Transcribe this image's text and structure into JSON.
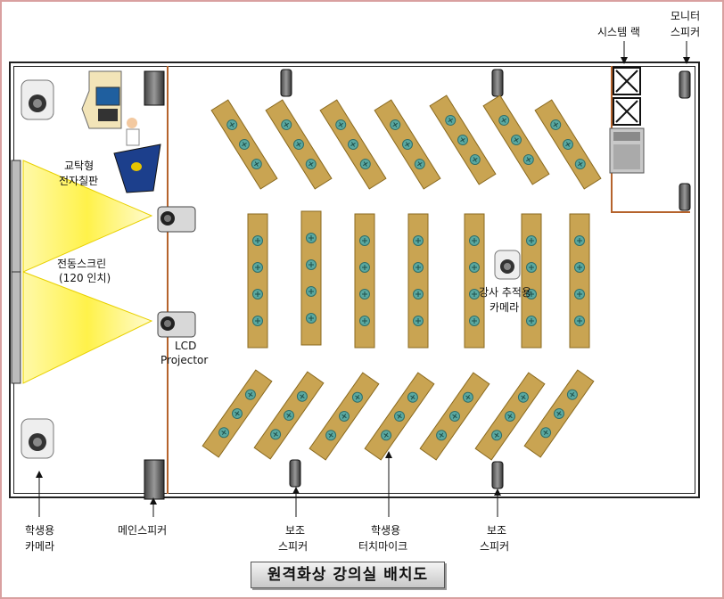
{
  "title": "원격화상 강의실 배치도",
  "labels": {
    "system_rack": "시스템 랙",
    "monitor_speaker_1": "모니터",
    "monitor_speaker_2": "스피커",
    "board_1": "교탁형",
    "board_2": "전자칠판",
    "screen_1": "전동스크린",
    "screen_2": "(120 인치)",
    "projector_1": "LCD",
    "projector_2": "Projector",
    "tracking_cam_1": "강사 추적용",
    "tracking_cam_2": "카메라",
    "student_cam_1": "학생용",
    "student_cam_2": "카메라",
    "main_speaker": "메인스피커",
    "aux_speaker_left_1": "보조",
    "aux_speaker_left_2": "스피커",
    "touch_mic_1": "학생용",
    "touch_mic_2": "터치마이크",
    "aux_speaker_right_1": "보조",
    "aux_speaker_right_2": "스피커"
  },
  "colors": {
    "desk": "#c9a452",
    "mic": "#5aa8a0",
    "wall_line": "#b5632c",
    "beam": "#fff36a"
  }
}
